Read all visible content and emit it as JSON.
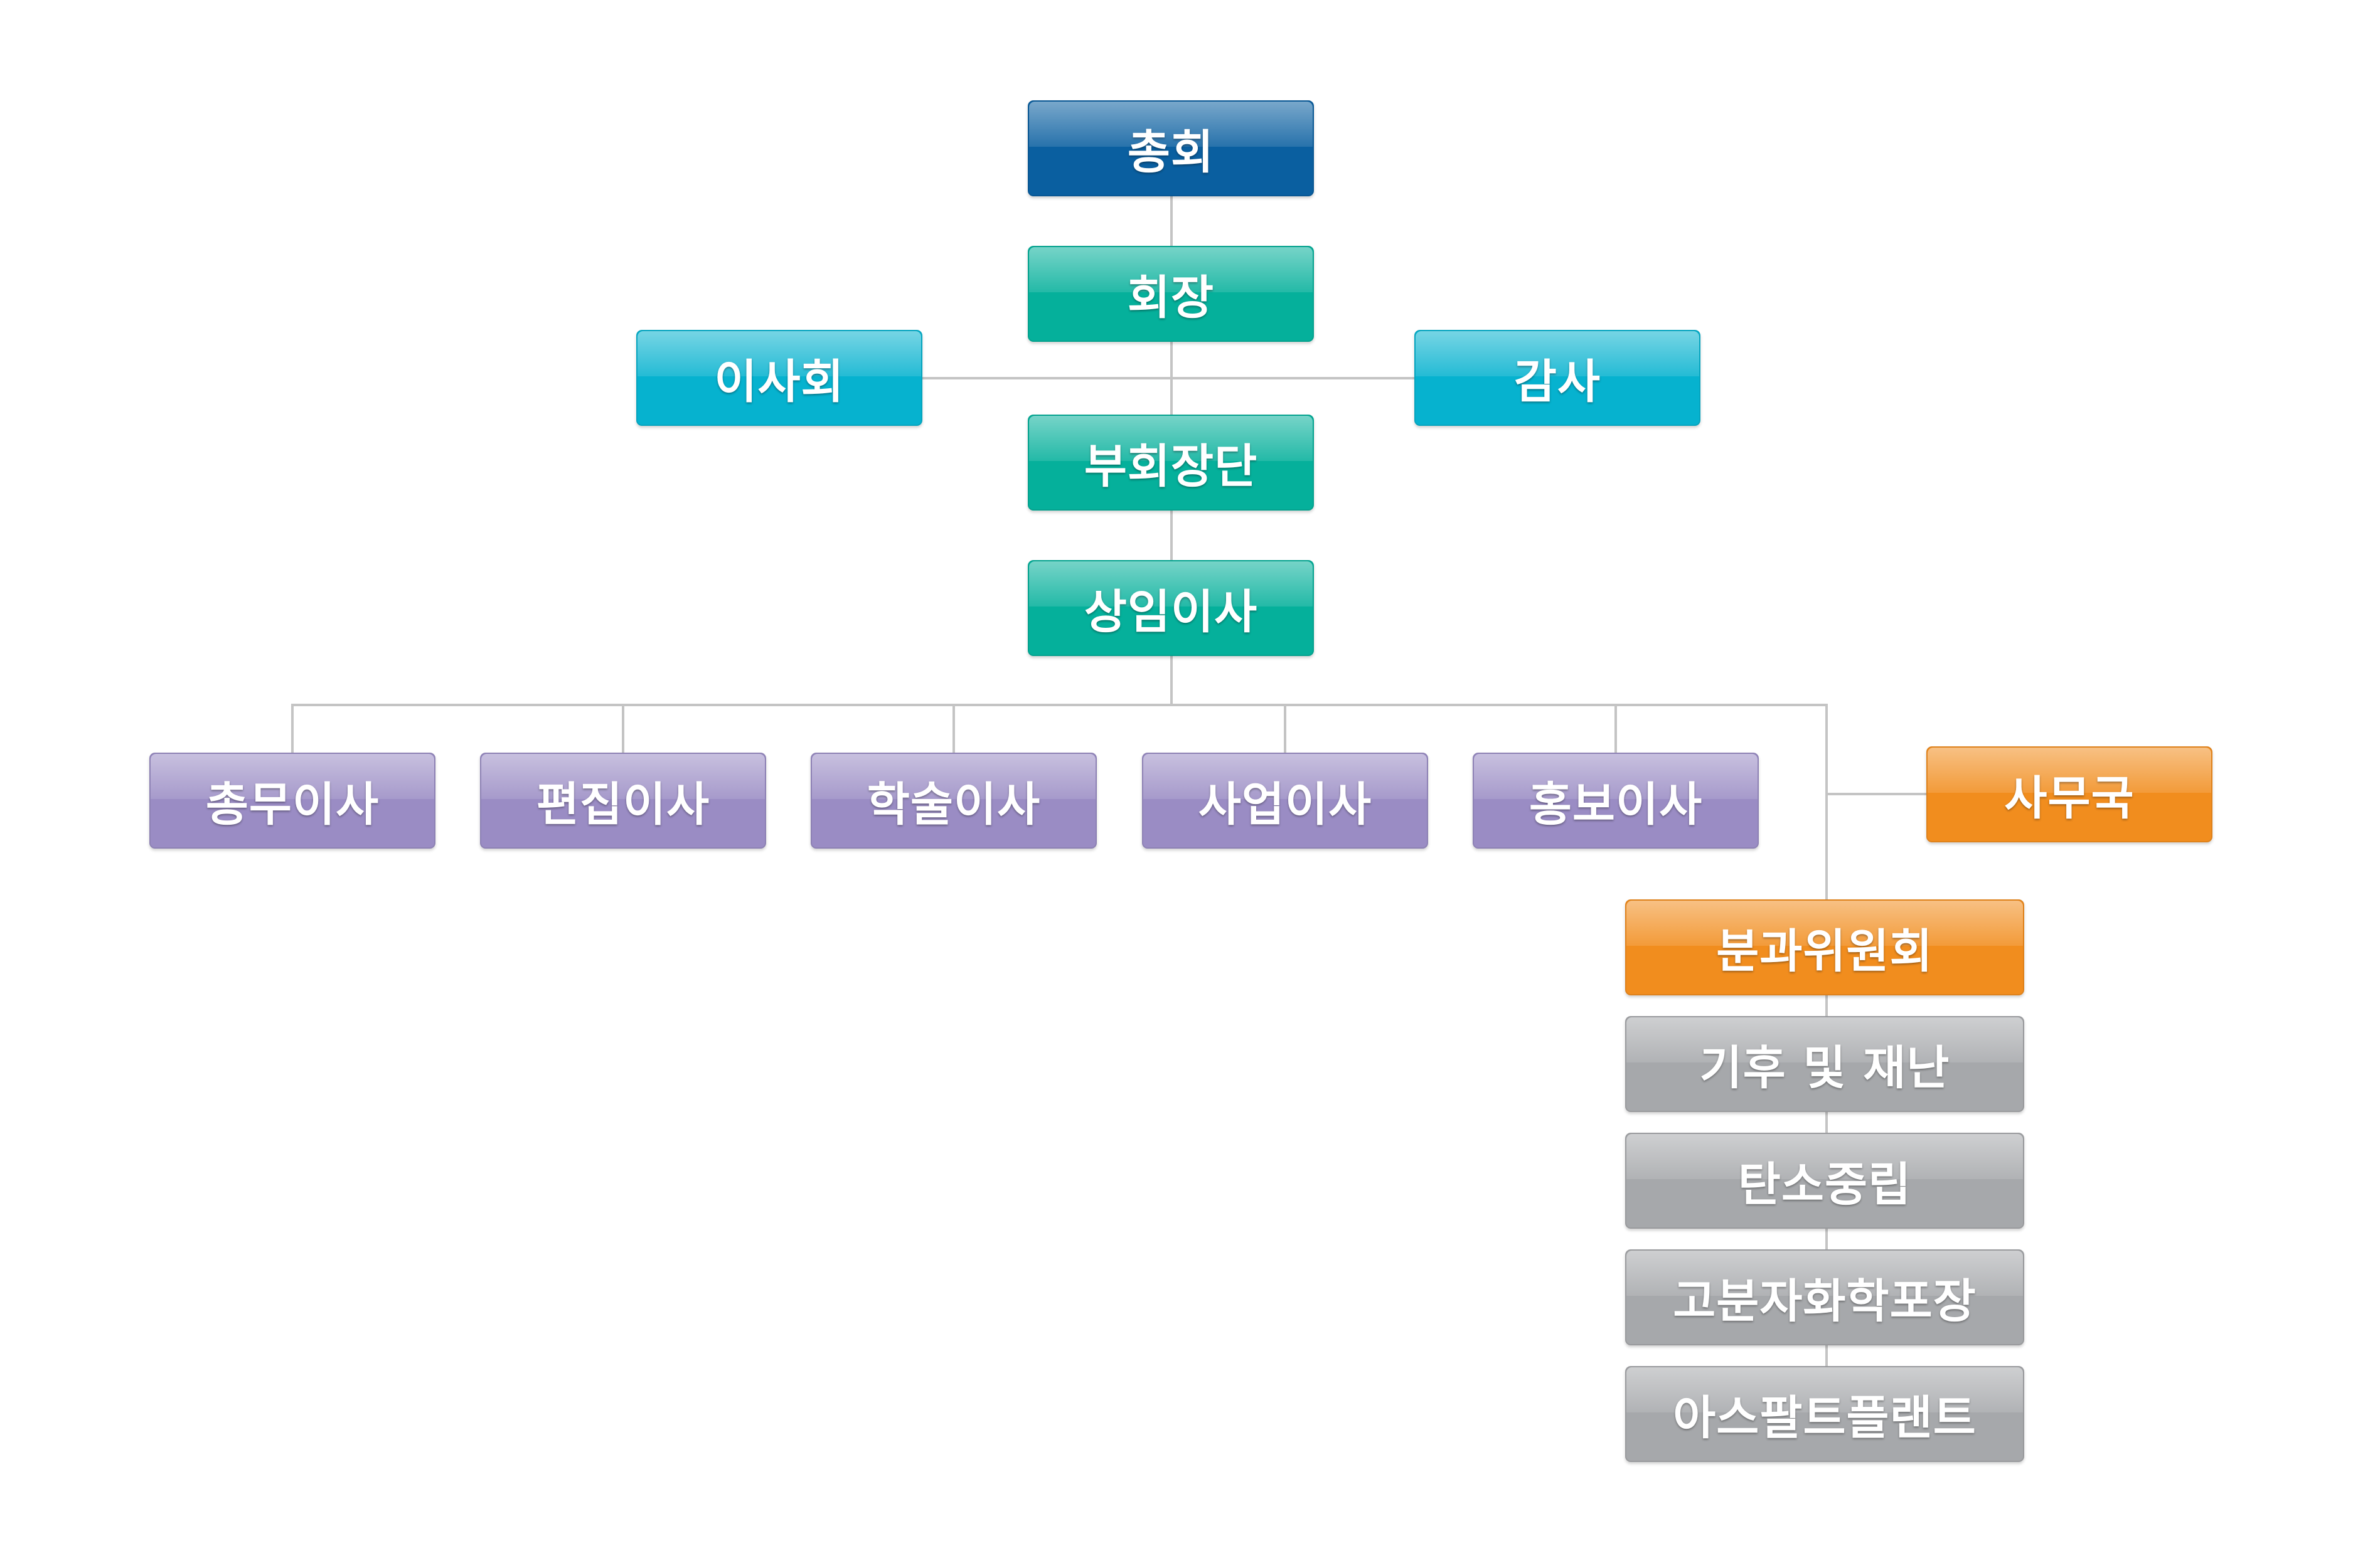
{
  "org_chart": {
    "general_assembly": "총회",
    "president": "회장",
    "board": "이사회",
    "auditor": "감사",
    "vice_presidents": "부회장단",
    "standing_directors": "상임이사",
    "directors": [
      "총무이사",
      "편집이사",
      "학술이사",
      "사업이사",
      "홍보이사"
    ],
    "secretariat": "사무국",
    "subcommittee": "분과위원회",
    "subcommittee_items": [
      "기후 및 재난",
      "탄소중립",
      "고분자화학포장",
      "아스팔트플랜트"
    ]
  },
  "colors": {
    "top": "#0a5fa0",
    "executive": "#05b09b",
    "board": "#06b2cf",
    "directors": "#9a8cc4",
    "secretariat": "#f18d1e",
    "subcommittee_items": "#a6a8ab",
    "connector": "#c4c4c4"
  }
}
